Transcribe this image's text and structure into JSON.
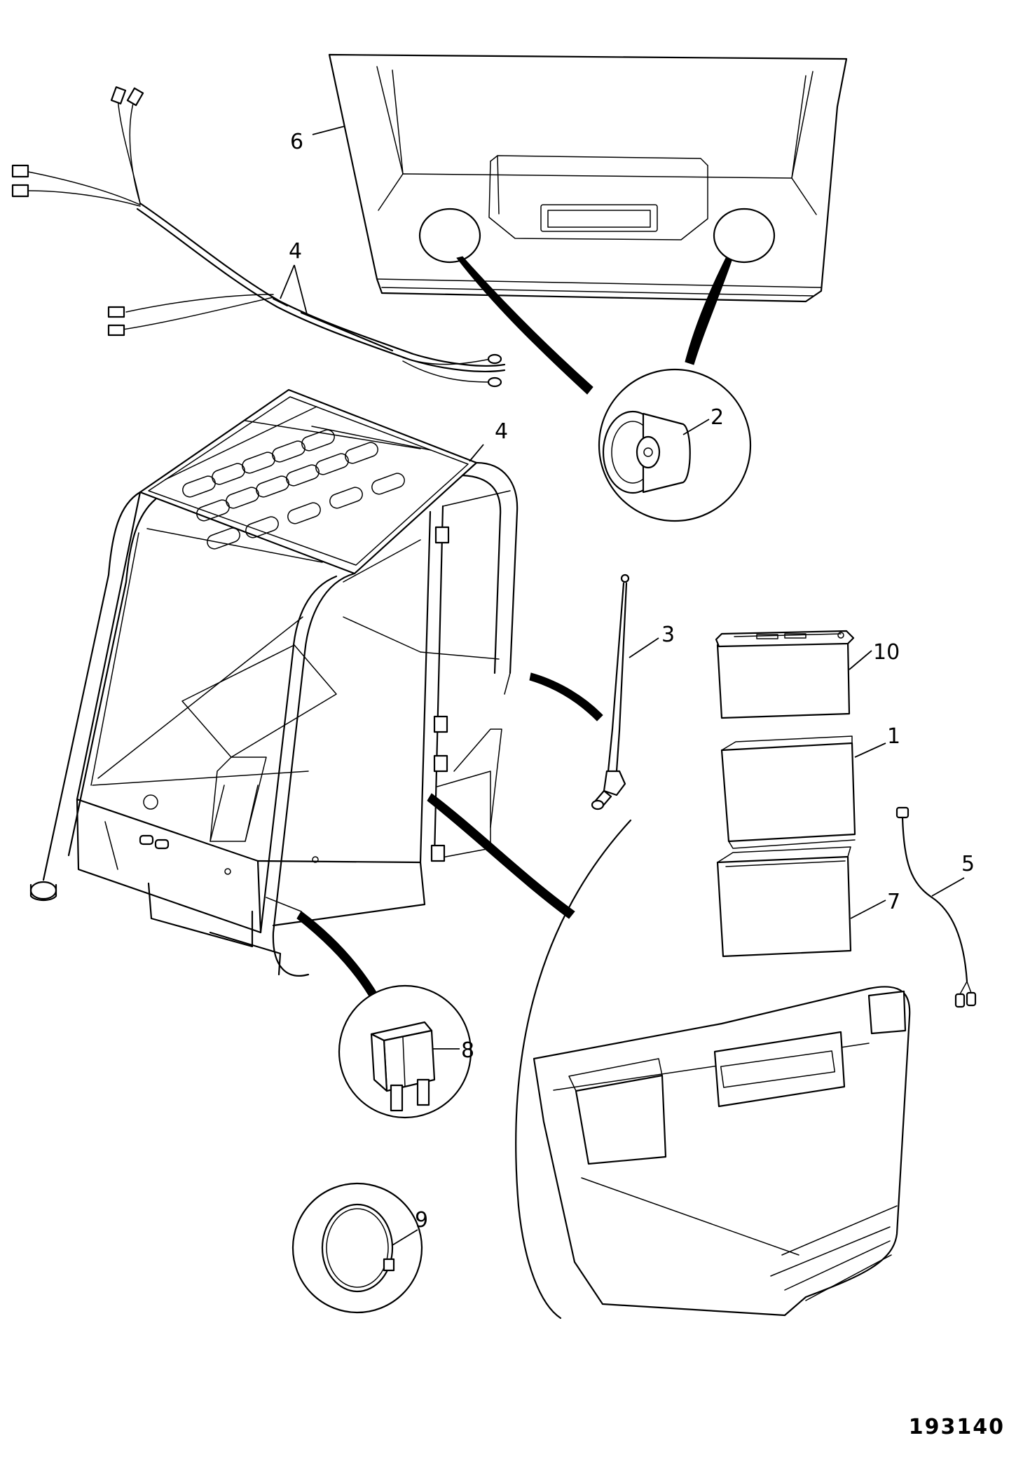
{
  "figure_number": "193140",
  "callouts": {
    "c1": "1",
    "c2": "2",
    "c3": "3",
    "c4a": "4",
    "c4b": "4",
    "c5": "5",
    "c6": "6",
    "c7": "7",
    "c8": "8",
    "c9": "9",
    "c10": "10"
  }
}
